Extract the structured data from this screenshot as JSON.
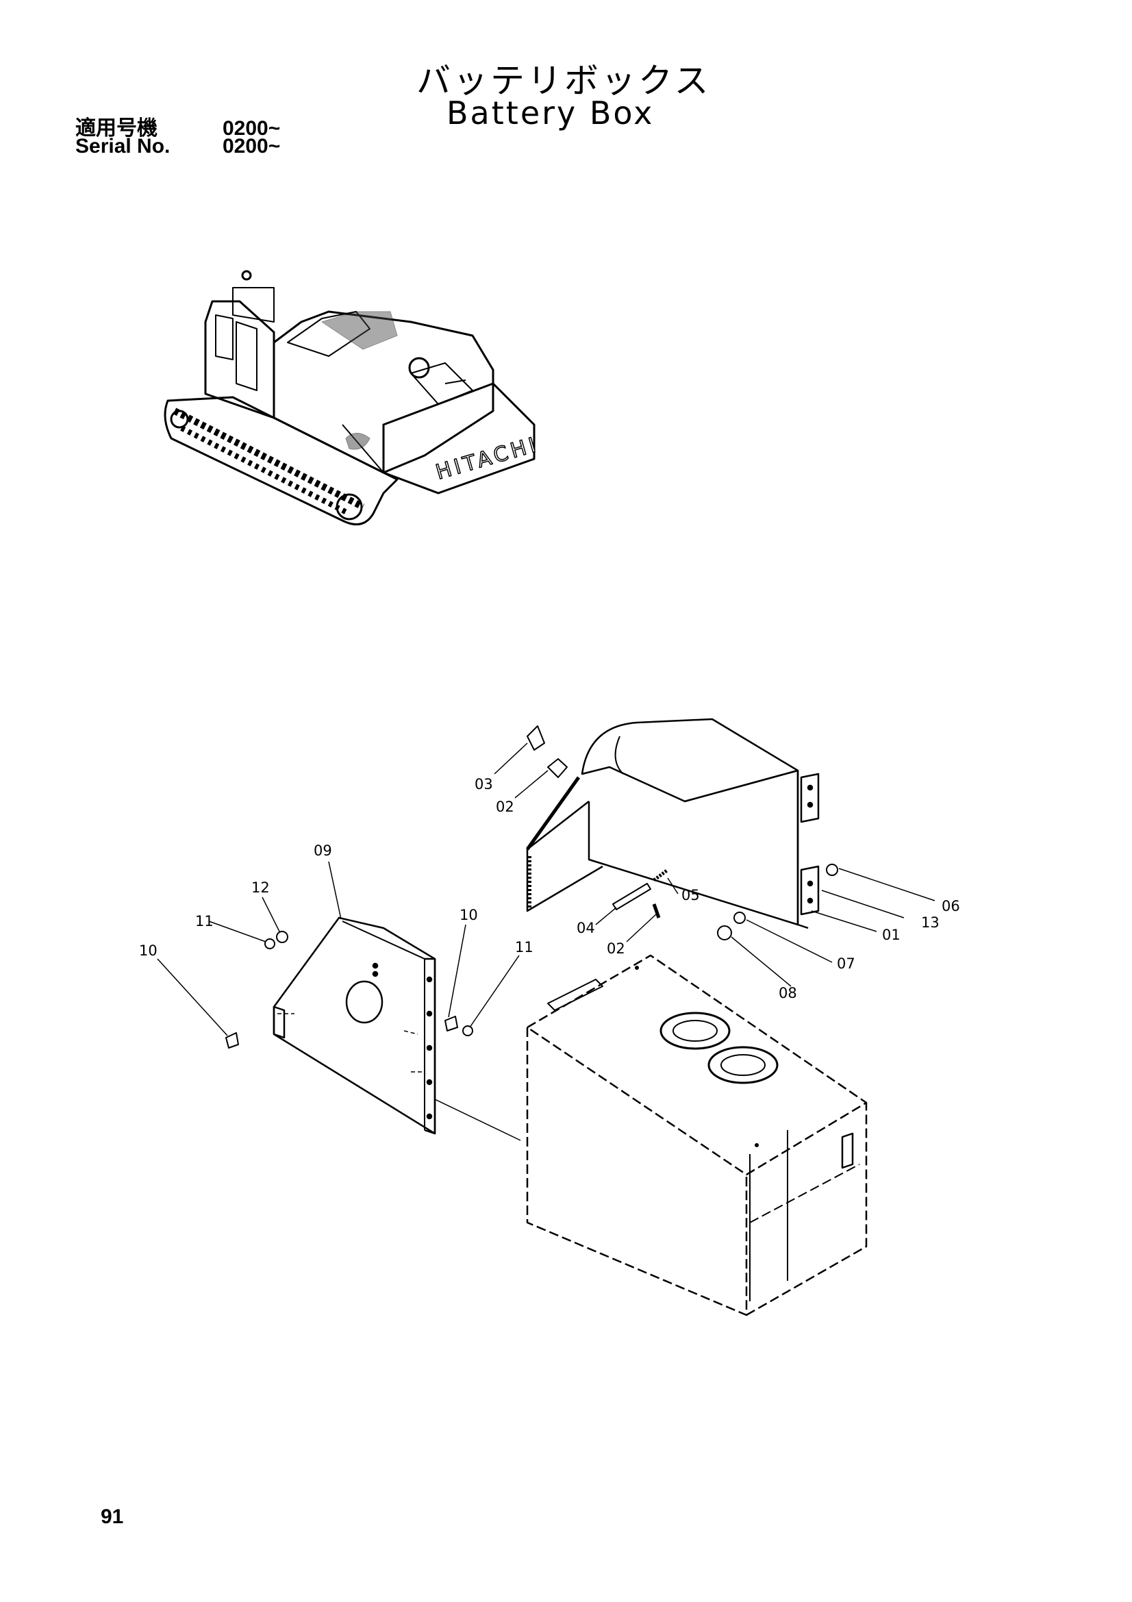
{
  "header": {
    "title_jp": "バッテリボックス",
    "title_en": "Battery Box",
    "serial_label_jp": "適用号機",
    "serial_value_jp": "0200~",
    "serial_label_en": "Serial No.",
    "serial_value_en": "0200~"
  },
  "overview": {
    "brand_text": "HITACHI"
  },
  "callouts": {
    "c03": "03",
    "c02a": "02",
    "c09": "09",
    "c12": "12",
    "c11a": "11",
    "c10a": "10",
    "c10b": "10",
    "c11b": "11",
    "c05": "05",
    "c04": "04",
    "c02b": "02",
    "c06": "06",
    "c13": "13",
    "c01": "01",
    "c07": "07",
    "c08": "08"
  },
  "footer": {
    "page_number": "91"
  }
}
